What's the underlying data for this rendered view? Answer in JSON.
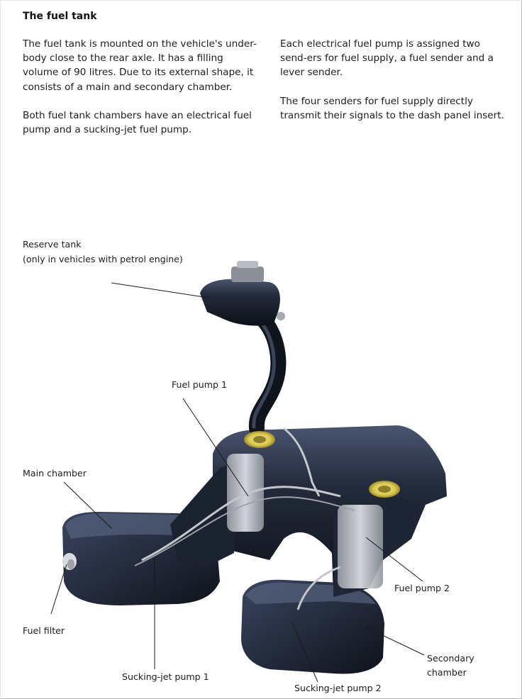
{
  "page": {
    "title": "The fuel tank",
    "left_column": [
      "The fuel tank is mounted on the vehicle's under-body close to the rear axle. It has a filling volume of 90 litres. Due to its external shape, it consists of a main and secondary chamber.",
      "Both fuel tank chambers have an electrical fuel pump and a sucking-jet fuel pump."
    ],
    "right_column": [
      "Each electrical fuel pump is assigned two send-ers for fuel supply, a fuel sender and a lever sender.",
      "The four senders for fuel supply directly transmit their signals to the dash panel insert."
    ]
  },
  "illustration": {
    "labels": {
      "reserve_tank": "Reserve tank",
      "reserve_tank_note": "(only in vehicles with petrol engine)",
      "fuel_pump_1": "Fuel pump 1",
      "main_chamber": "Main chamber",
      "fuel_filter": "Fuel filter",
      "sucking_jet_pump_1": "Sucking-jet pump 1",
      "fuel_pump_2": "Fuel pump 2",
      "secondary_chamber_line1": "Secondary",
      "secondary_chamber_line2": "chamber",
      "sucking_jet_pump_2": "Sucking-jet pump 2"
    },
    "colors": {
      "tank_dark": "#141a26",
      "tank_mid": "#2b3446",
      "tank_highlight": "#5a6680",
      "pump_flange": "#d8c84a",
      "pump_body": "#c9ccd1"
    }
  }
}
